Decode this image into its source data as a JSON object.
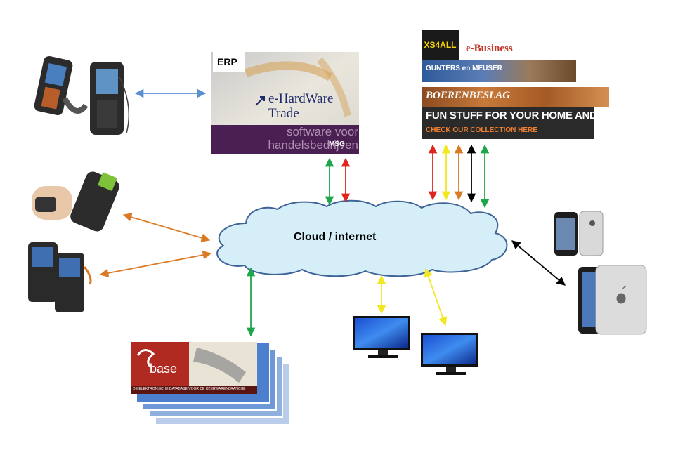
{
  "cloud": {
    "label": "Cloud / internet"
  },
  "erp": {
    "label": "ERP",
    "product_name": "e-HardWare Trade",
    "tagline": "software voor handelsbedrijven",
    "vendor": "MSG"
  },
  "ebusiness": {
    "provider": "XS4ALL",
    "heading": "e-Business",
    "shops": [
      "GUNTERS en MEUSER",
      "BOERENBESLAG",
      "FUN STUFF FOR YOUR HOME AND OFFICE"
    ],
    "fun_cta": "CHECK OUR COLLECTION HERE"
  },
  "ezbase": {
    "brand": "base",
    "tagline": "DE ELEKTRONISCHE DATABASE VOOR DE IJZERWARENBRANCHE"
  },
  "colors": {
    "blue_arrow": "#5b8fd0",
    "green_arrow": "#1fa64a",
    "red_arrow": "#e0231b",
    "yellow_arrow": "#f3e81f",
    "orange_arrow": "#d97a25",
    "black_arrow": "#000000",
    "cloud_fill": "#d5eef8",
    "cloud_stroke": "#3e6398"
  },
  "icons": [
    "handheld-scanner-icon",
    "barcode-scanner-icon",
    "rugged-terminal-icon",
    "monitor-icon",
    "smartphone-icon",
    "tablet-icon"
  ]
}
